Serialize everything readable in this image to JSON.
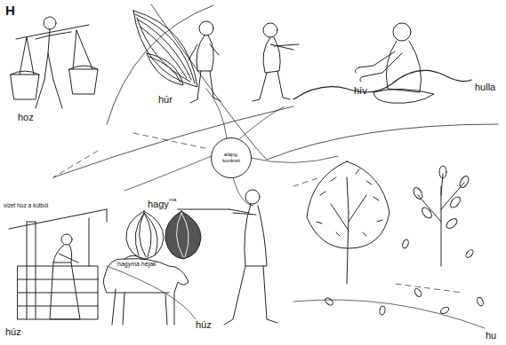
{
  "diagram": {
    "nodes": [
      {
        "text": [
          "alapg. konkrét"
        ]
      }
    ],
    "labels": [
      "H",
      "hoz",
      "húr",
      "hív",
      "hulla",
      "hagy",
      "ma",
      "hagyma héjak",
      "vizet húz a kútból",
      "húz",
      "húz",
      "hu"
    ]
  }
}
